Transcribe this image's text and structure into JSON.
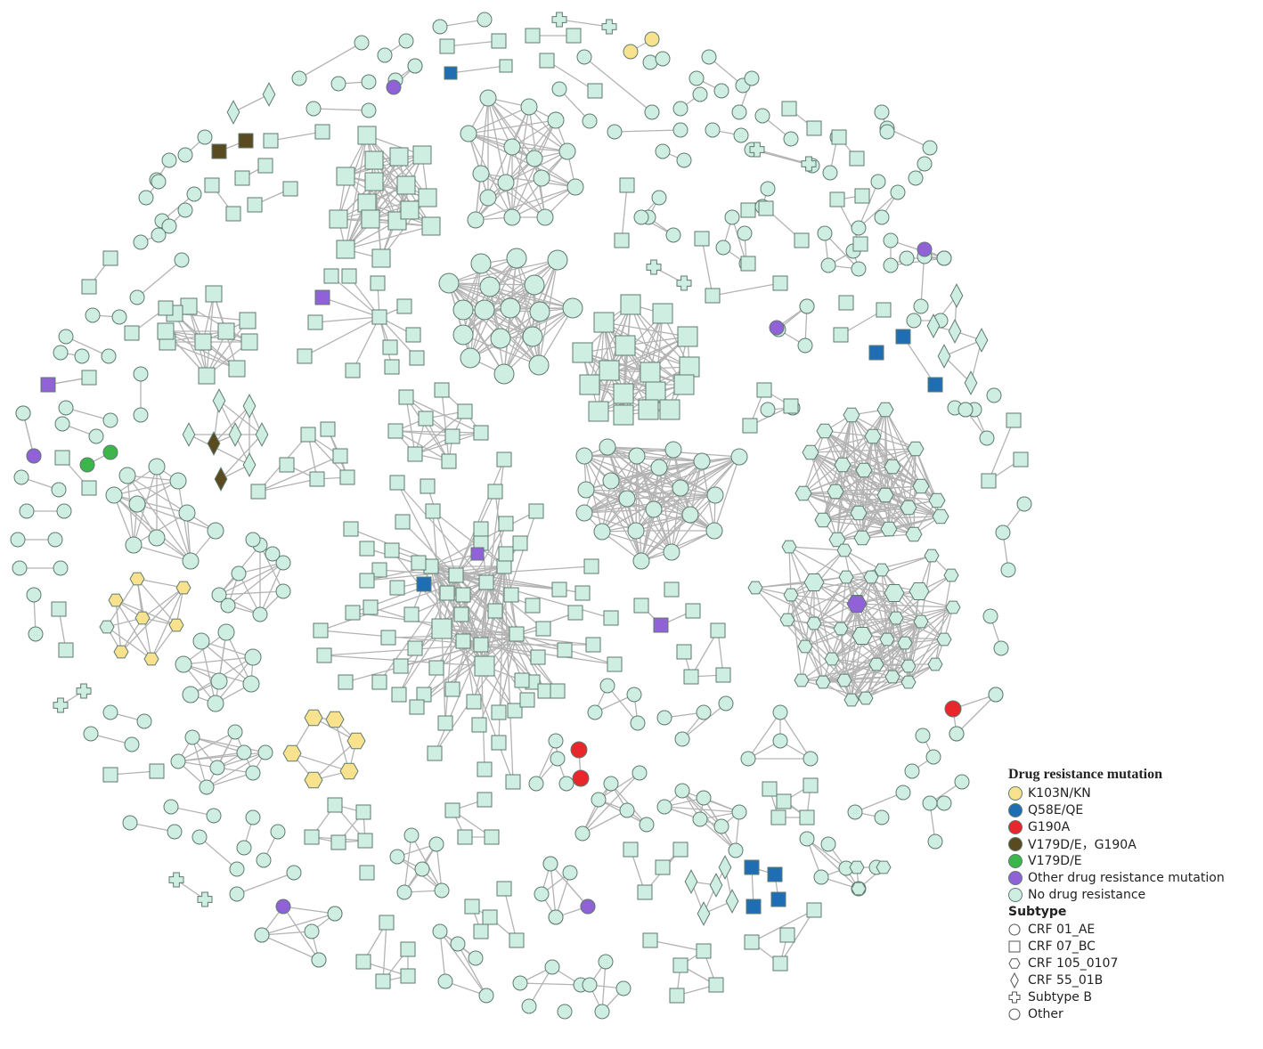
{
  "colors": {
    "none": "#cdeee1",
    "k103": "#f8e28d",
    "q58": "#1f6eb4",
    "g190": "#e8262b",
    "v179g190": "#5a4a1f",
    "v179": "#3cb54a",
    "other": "#9161d8",
    "edge": "#b3b3b3",
    "stroke": "#5f7a70"
  },
  "legend": {
    "mutation_title": "Drug resistance mutation",
    "mutations": [
      {
        "label": "K103N/KN",
        "color_key": "k103"
      },
      {
        "label": "Q58E/QE",
        "color_key": "q58"
      },
      {
        "label": "G190A",
        "color_key": "g190"
      },
      {
        "label": "V179D/E，G190A",
        "color_key": "v179g190"
      },
      {
        "label": "V179D/E",
        "color_key": "v179"
      },
      {
        "label": "Other drug resistance mutation",
        "color_key": "other"
      },
      {
        "label": "No drug resistance",
        "color_key": "none"
      }
    ],
    "subtype_title": "Subtype",
    "subtypes": [
      {
        "label": "CRF 01_AE",
        "shape": "circle-icon"
      },
      {
        "label": "CRF 07_BC",
        "shape": "square-icon"
      },
      {
        "label": "CRF 105_0107",
        "shape": "hexagon-icon"
      },
      {
        "label": "CRF 55_01B",
        "shape": "diamond-icon"
      },
      {
        "label": "Subtype B",
        "shape": "cross-icon"
      },
      {
        "label": "Other",
        "shape": "circle-icon"
      }
    ]
  }
}
